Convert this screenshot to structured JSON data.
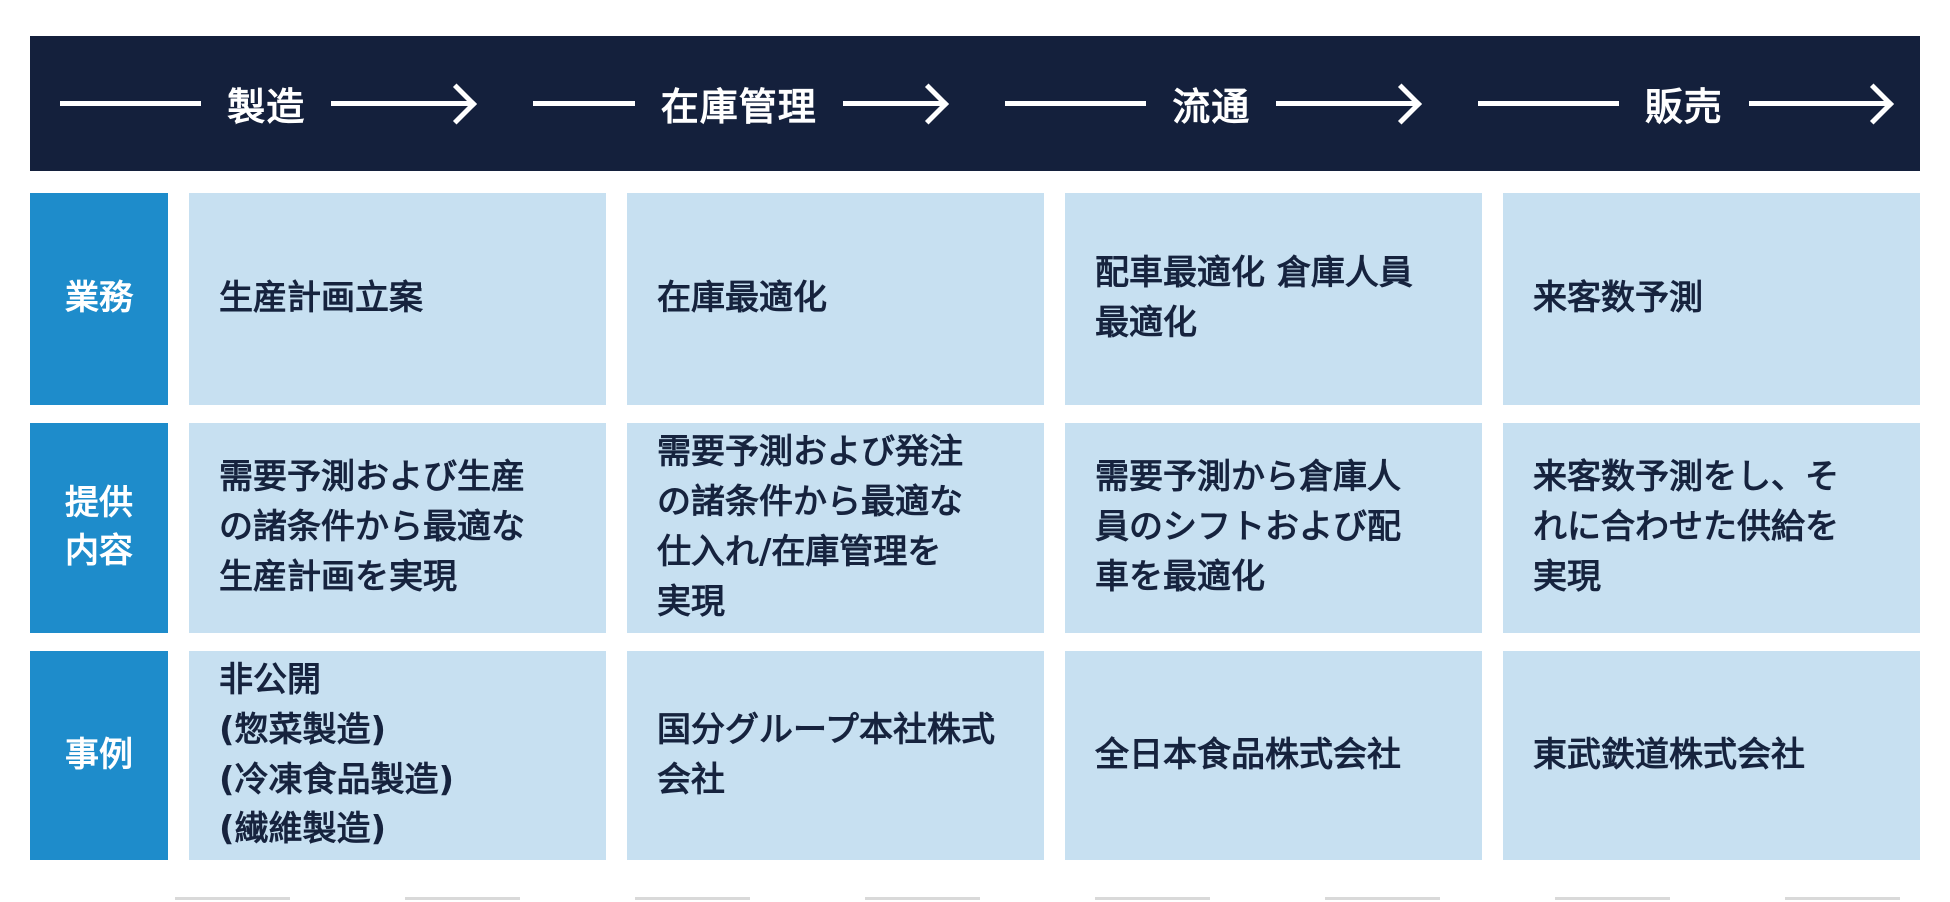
{
  "colors": {
    "header_bg": "#14203C",
    "row_label_bg": "#1E8CCB",
    "cell_bg": "#C7E0F1",
    "cell_text": "#16233E",
    "header_text": "#FFFFFF"
  },
  "header": {
    "phases": [
      "製造",
      "在庫管理",
      "流通",
      "販売"
    ]
  },
  "rows": [
    {
      "label": "業務",
      "cells": [
        "生産計画立案",
        "在庫最適化",
        "配車最適化 倉庫人員\n最適化",
        "来客数予測"
      ]
    },
    {
      "label": "提供\n内容",
      "cells": [
        "需要予測および生産\nの諸条件から最適な\n生産計画を実現",
        "需要予測および発注\nの諸条件から最適な\n仕入れ/在庫管理を\n実現",
        "需要予測から倉庫人\n員のシフトおよび配\n車を最適化",
        "来客数予測をし、そ\nれに合わせた供給を\n実現"
      ]
    },
    {
      "label": "事例",
      "cells": [
        "非公開\n(惣菜製造)\n(冷凍食品製造)\n(繊維製造)",
        "国分グループ本社株式\n会社",
        "全日本食品株式会社",
        "東武鉄道株式会社"
      ]
    }
  ]
}
